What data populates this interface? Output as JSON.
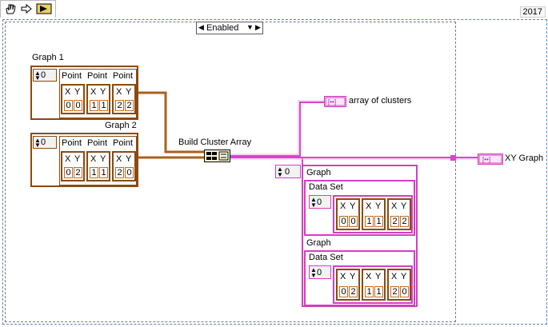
{
  "toolbar": {
    "icons": [
      "hand-icon",
      "arrow-icon",
      "run-arrow-icon"
    ],
    "version": "2017"
  },
  "diagram_disable": {
    "selector_value": "Enabled"
  },
  "graph1": {
    "label": "Graph 1",
    "index": "0",
    "headers": [
      "Point",
      "Point",
      "Point"
    ],
    "points": [
      {
        "x": "0",
        "y": "0"
      },
      {
        "x": "1",
        "y": "1"
      },
      {
        "x": "2",
        "y": "2"
      }
    ]
  },
  "graph2": {
    "label": "Graph 2",
    "index": "0",
    "headers": [
      "Point",
      "Point",
      "Point"
    ],
    "points": [
      {
        "x": "0",
        "y": "2"
      },
      {
        "x": "1",
        "y": "1"
      },
      {
        "x": "2",
        "y": "0"
      }
    ]
  },
  "build_node_label": "Build Cluster Array",
  "indicators": {
    "array_of_clusters": "array of clusters",
    "xy_graph": "XY Graph"
  },
  "probe": {
    "index": "0",
    "graph_label": "Graph",
    "dataset_label": "Data Set",
    "dataset_index": "0",
    "graph_a_points": [
      {
        "x": "0",
        "y": "0"
      },
      {
        "x": "1",
        "y": "1"
      },
      {
        "x": "2",
        "y": "2"
      }
    ],
    "graph_b_points": [
      {
        "x": "0",
        "y": "2"
      },
      {
        "x": "1",
        "y": "1"
      },
      {
        "x": "2",
        "y": "0"
      }
    ]
  },
  "xy_labels": {
    "x": "X",
    "y": "Y"
  }
}
